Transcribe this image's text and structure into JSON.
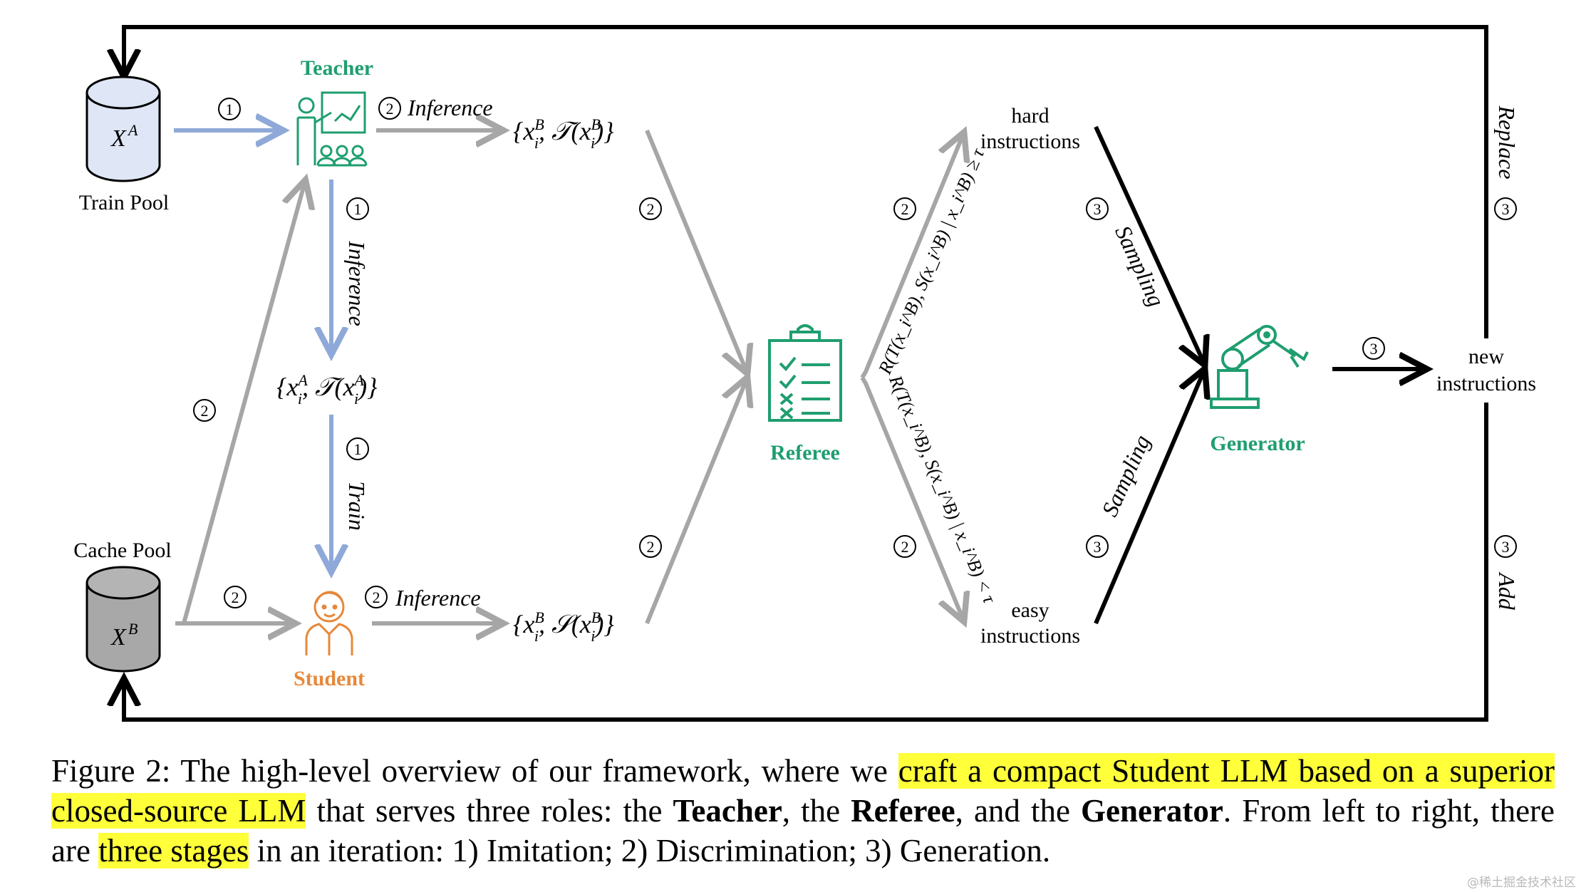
{
  "nodes": {
    "teacher": "Teacher",
    "student": "Student",
    "referee": "Referee",
    "generator": "Generator",
    "train_pool": "Train Pool",
    "cache_pool": "Cache Pool",
    "train_symbol": "X",
    "train_sup": "A",
    "cache_symbol": "X",
    "cache_sup": "B"
  },
  "edges": {
    "teacher_inference": "Inference",
    "student_inference": "Inference",
    "vertical_inference": "Inference",
    "train": "Train",
    "sampling_top": "Sampling",
    "sampling_bottom": "Sampling",
    "replace": "Replace",
    "add": "Add"
  },
  "sets": {
    "teacher_on_b": "{x",
    "teacher_on_a": "{x",
    "student_on_b": "{x"
  },
  "outputs": {
    "hard_1": "hard",
    "hard_2": "instructions",
    "easy_1": "easy",
    "easy_2": "instructions",
    "new_1": "new",
    "new_2": "instructions"
  },
  "conditions": {
    "hard": "R(T(x_i^B), S(x_i^B) | x_i^B) ≥ τ",
    "easy": "R(T(x_i^B), S(x_i^B) | x_i^B) < τ"
  },
  "step_marks": {
    "one": "1",
    "two": "2",
    "three": "3"
  },
  "caption": {
    "p1": "Figure 2: The high-level overview of our framework, where we ",
    "h1": "craft a compact Student LLM based on a superior closed-source LLM",
    "p2": " that serves three roles: the ",
    "teacher": "Teacher",
    "p3": ", the ",
    "referee": "Referee",
    "p4": ", and the ",
    "generator": "Generator",
    "p5": ". From left to right, there are ",
    "h2": "three stages",
    "p6": " in an iteration: 1) Imitation; 2) Discrimination; 3) Generation."
  },
  "watermark": "@稀土掘金技术社区",
  "colors": {
    "teacher": "#1f9e6f",
    "student": "#e6883a",
    "imitation_arrow": "#8ea9d8",
    "discrimination_arrow": "#a6a6a6",
    "generation_arrow": "#000000",
    "train_pool_fill": "#dfe6f6",
    "cache_pool_fill": "#a8a8a8"
  }
}
